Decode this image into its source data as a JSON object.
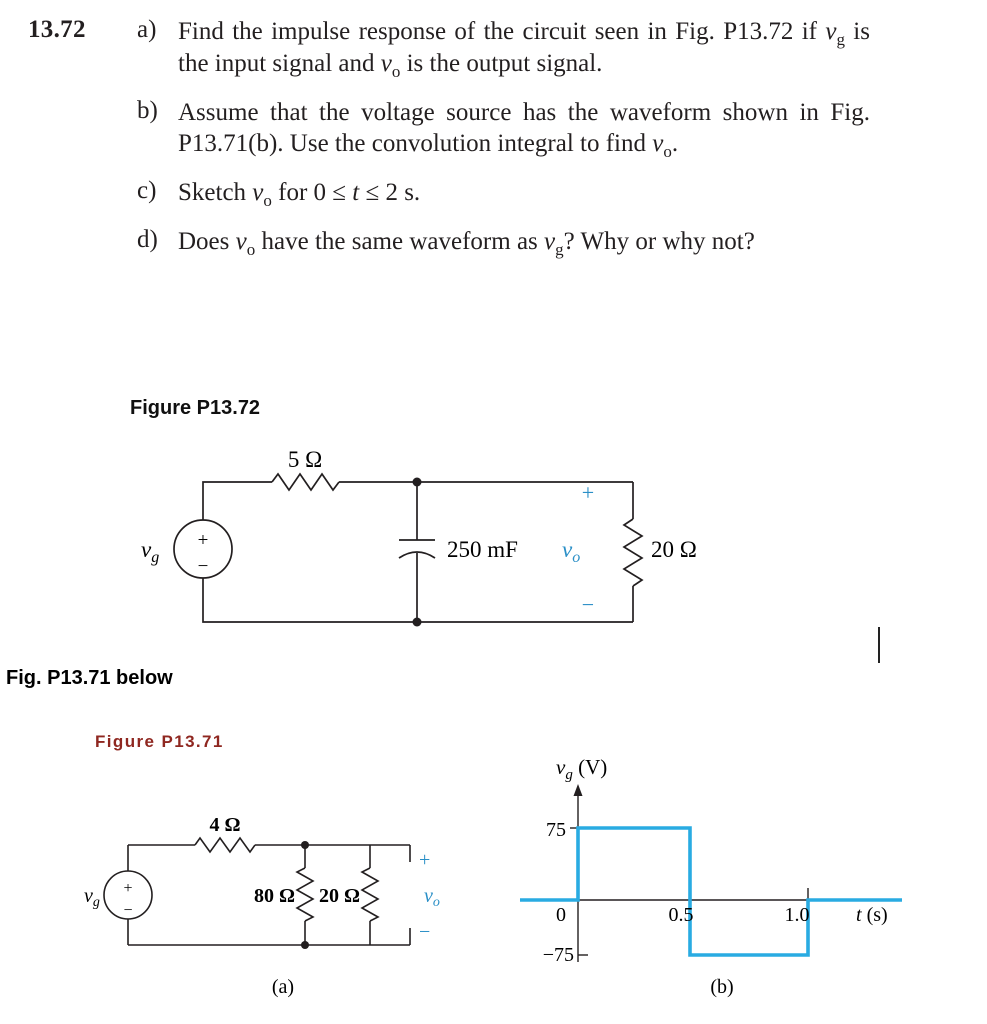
{
  "colors": {
    "accent": "#29abe2",
    "label_blue": "#2a8fc7",
    "ink": "#231f20"
  },
  "problem": {
    "number": "13.72",
    "parts": [
      {
        "label": "a)",
        "text": [
          "Find the impulse response of the circuit seen in Fig. P13.72 if ",
          {
            "var": "v",
            "sub": "g"
          },
          " is the input signal and ",
          {
            "var": "v",
            "sub": "o"
          },
          " is the output signal."
        ]
      },
      {
        "label": "b)",
        "text": [
          "Assume that the voltage source has the waveform shown in Fig. P13.71(b). Use the convolution integral to find ",
          {
            "var": "v",
            "sub": "o"
          },
          "."
        ]
      },
      {
        "label": "c)",
        "text": [
          "Sketch ",
          {
            "var": "v",
            "sub": "o"
          },
          " for 0 ≤ ",
          {
            "var": "t"
          },
          " ≤ 2 s."
        ]
      },
      {
        "label": "d)",
        "text": [
          "Does ",
          {
            "var": "v",
            "sub": "o"
          },
          " have the same waveform as ",
          {
            "var": "v",
            "sub": "g"
          },
          "? Why or why not?"
        ]
      }
    ]
  },
  "figure72": {
    "title": "Figure P13.72",
    "labels": {
      "r_series": "5 Ω",
      "source_plus": "+",
      "source_minus": "−",
      "vg_v": "v",
      "vg_sub": "g",
      "cap": "250 mF",
      "vo_plus": "+",
      "vo_v": "v",
      "vo_sub": "o",
      "vo_minus": "−",
      "r_load": "20 Ω"
    }
  },
  "note": "Fig. P13.71 below",
  "figure71": {
    "title": "Figure P13.71",
    "circuit": {
      "caption": "(a)",
      "r_series": "4 Ω",
      "r_p1": "80 Ω",
      "r_p2": "20 Ω",
      "vg_v": "v",
      "vg_sub": "g",
      "source_plus": "+",
      "source_minus": "−",
      "vo_plus": "+",
      "vo_v": "v",
      "vo_sub": "o",
      "vo_minus": "−"
    },
    "waveform": {
      "caption": "(b)",
      "ylabel_v": "v",
      "ylabel_sub": "g",
      "ylabel_unit": " (V)",
      "tick_75": "75",
      "tick_neg75": "−75",
      "tick_0": "0",
      "tick_05": "0.5",
      "tick_10": "1.0",
      "xlabel_t": "t",
      "xlabel_unit": " (s)"
    }
  },
  "chart_data": {
    "type": "line",
    "subtype": "step-square-wave",
    "series": [
      {
        "name": "vg",
        "points": [
          [
            0,
            0
          ],
          [
            0,
            75
          ],
          [
            0.5,
            75
          ],
          [
            0.5,
            -75
          ],
          [
            1.0,
            -75
          ],
          [
            1.0,
            0
          ],
          [
            1.5,
            0
          ]
        ]
      }
    ],
    "xlabel": "t (s)",
    "ylabel": "vg (V)",
    "xticks": [
      0,
      0.5,
      1.0
    ],
    "yticks": [
      -75,
      75
    ],
    "xlim": [
      -0.25,
      1.6
    ],
    "ylim": [
      -100,
      110
    ],
    "grid": false,
    "legend": false,
    "line_color": "#29abe2"
  }
}
